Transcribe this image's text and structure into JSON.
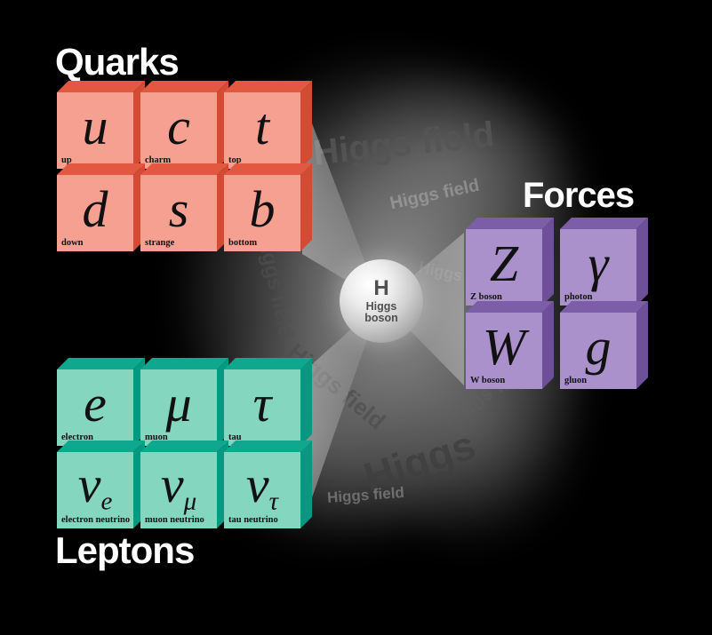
{
  "background_color": "#000000",
  "groups": {
    "quarks": {
      "title": "Quarks",
      "face_color": "#f5a091",
      "edge_color": "#e25840",
      "items": [
        {
          "symbol": "u",
          "label": "up"
        },
        {
          "symbol": "c",
          "label": "charm"
        },
        {
          "symbol": "t",
          "label": "top"
        },
        {
          "symbol": "d",
          "label": "down"
        },
        {
          "symbol": "s",
          "label": "strange"
        },
        {
          "symbol": "b",
          "label": "bottom"
        }
      ]
    },
    "leptons": {
      "title": "Leptons",
      "face_color": "#84d6bf",
      "edge_color": "#0fa78d",
      "items": [
        {
          "symbol": "e",
          "sub": "",
          "label": "electron"
        },
        {
          "symbol": "μ",
          "sub": "",
          "label": "muon"
        },
        {
          "symbol": "τ",
          "sub": "",
          "label": "tau"
        },
        {
          "symbol": "ν",
          "sub": "e",
          "label": "electron neutrino"
        },
        {
          "symbol": "ν",
          "sub": "μ",
          "label": "muon neutrino"
        },
        {
          "symbol": "ν",
          "sub": "τ",
          "label": "tau neutrino"
        }
      ]
    },
    "forces": {
      "title": "Forces",
      "face_color": "#ab91cb",
      "edge_color": "#7c5ea8",
      "items": [
        {
          "symbol": "Z",
          "label": "Z boson"
        },
        {
          "symbol": "γ",
          "label": "photon"
        },
        {
          "symbol": "W",
          "label": "W boson"
        },
        {
          "symbol": "g",
          "label": "gluon"
        }
      ]
    }
  },
  "center": {
    "symbol": "H",
    "label": "Higgs boson"
  },
  "watermark": {
    "label": "Higgs field",
    "word": "Higgs"
  }
}
